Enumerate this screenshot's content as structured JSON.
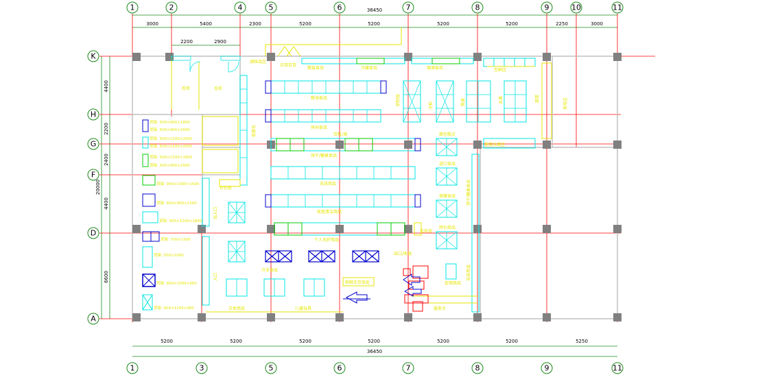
{
  "grid_columns_top": [
    "1",
    "2",
    "4",
    "5",
    "6",
    "7",
    "8",
    "9",
    "10",
    "11"
  ],
  "grid_columns_bottom": [
    "1",
    "3",
    "5",
    "6",
    "7",
    "8",
    "9",
    "11"
  ],
  "grid_rows": [
    "K",
    "H",
    "G",
    "F",
    "D",
    "A"
  ],
  "dims_top_total": "36450",
  "dims_top": [
    "3000",
    "5400",
    "2300",
    "5200",
    "5200",
    "5200",
    "5200",
    "2250",
    "3000"
  ],
  "dims_top_inner": [
    "2200",
    "2900"
  ],
  "dims_bottom": [
    "5200",
    "5200",
    "5200",
    "5200",
    "5200",
    "5200",
    "5250"
  ],
  "dims_bottom_total": "36450",
  "dims_left": [
    "4400",
    "2200",
    "2400",
    "4400",
    "6600"
  ],
  "dims_left_total": "20000",
  "labels": {
    "l1": "库房",
    "l2": "仓库",
    "l3": "调味品区",
    "l4": "日用百货",
    "l5": "散装食品",
    "l6": "冷藏食品",
    "l7": "烟酒食品",
    "l8": "生鲜区",
    "l9": "奶制品",
    "l10": "冷柜",
    "l11": "熟食",
    "l12": "水果",
    "l13": "蔬菜",
    "l14": "收银台",
    "l15": "出入口",
    "l16": "粮油食品",
    "l17": "休闲食品",
    "l18": "饮料/酒",
    "l19": "饼干/糖果食品",
    "l20": "洗涤用品",
    "l21": "家居清洁用品",
    "l22": "个人洗护用品",
    "l23": "文体用品",
    "l24": "儿童玩具",
    "l25": "冷冻食品",
    "l26": "面包糕点",
    "l27": "进口食品",
    "l28": "保健食品",
    "l29": "特价商品",
    "l30": "促销商品",
    "l31": "化妆品",
    "l32": "服务台",
    "l33": "入口",
    "l34": "出口/收银",
    "l35": "购物车存放处",
    "l36": "存包处",
    "l37": "蔬菜水果区",
    "l38": "家电区"
  },
  "legend": [
    "货架: 500×900×1800",
    "货架: 500×900×2000",
    "货架: 500×1200×2000",
    "货架: 500×1200×2000",
    "货架: 500×1200×1800",
    "货架: 500×900×2000",
    "货架: 900×1000×1500",
    "货架: 600×900×1500",
    "货架: 900×1200×1800",
    "货架: 700×1500",
    "货架: 500×1000",
    "货架: 800×1000×900",
    "货架: 600×1200×900"
  ],
  "colors": {
    "grid": "#ff0000",
    "wall": "#c0c0c0",
    "column": "#808080",
    "shelf": "#00e5e5",
    "shelf_green": "#00cc00",
    "shelf_blue": "#0000cc",
    "label": "#e6e600",
    "dimline": "#1a8a1a",
    "checkout": "#ff0000"
  }
}
